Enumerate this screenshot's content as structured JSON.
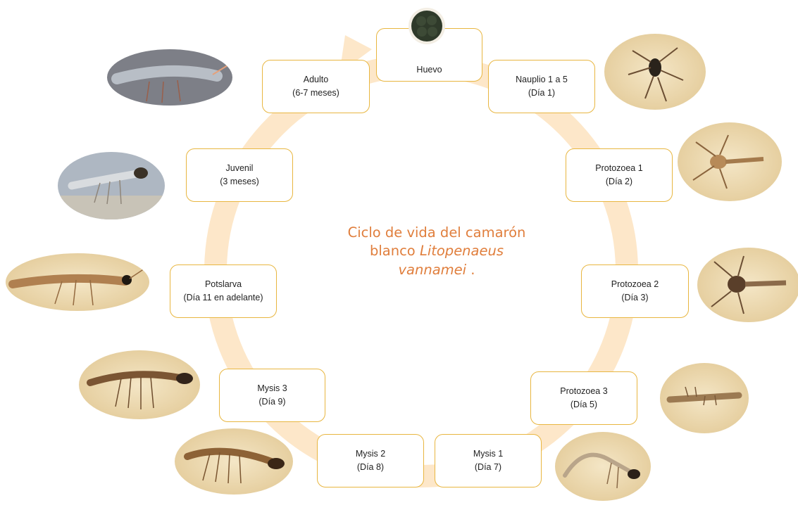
{
  "title": {
    "line1": "Ciclo de vida del camarón",
    "line2_plain": "blanco ",
    "line2_italic": "Litopenaeus",
    "line3_italic": "vannamei",
    "line3_plain": " ."
  },
  "stages": {
    "huevo": {
      "name": "Huevo"
    },
    "nauplio": {
      "name": "Nauplio 1 a 5",
      "time": "(Día 1)"
    },
    "protozoea1": {
      "name": "Protozoea 1",
      "time": "(Día 2)"
    },
    "protozoea2": {
      "name": "Protozoea 2",
      "time": "(Día 3)"
    },
    "protozoea3": {
      "name": "Protozoea 3",
      "time": "(Día 5)"
    },
    "mysis1": {
      "name": "Mysis 1",
      "time": "(Día 7)"
    },
    "mysis2": {
      "name": "Mysis 2",
      "time": "(Día 8)"
    },
    "mysis3": {
      "name": "Mysis 3",
      "time": "(Día 9)"
    },
    "postlarva": {
      "name": "Potslarva",
      "time": "(Día 11 en adelante)"
    },
    "juvenil": {
      "name": "Juvenil",
      "time": "(3 meses)"
    },
    "adulto": {
      "name": "Adulto",
      "time": "(6-7 meses)"
    }
  },
  "colors": {
    "ring": "#fde7c9",
    "box_border": "#e8b640",
    "title": "#e07e3c"
  }
}
